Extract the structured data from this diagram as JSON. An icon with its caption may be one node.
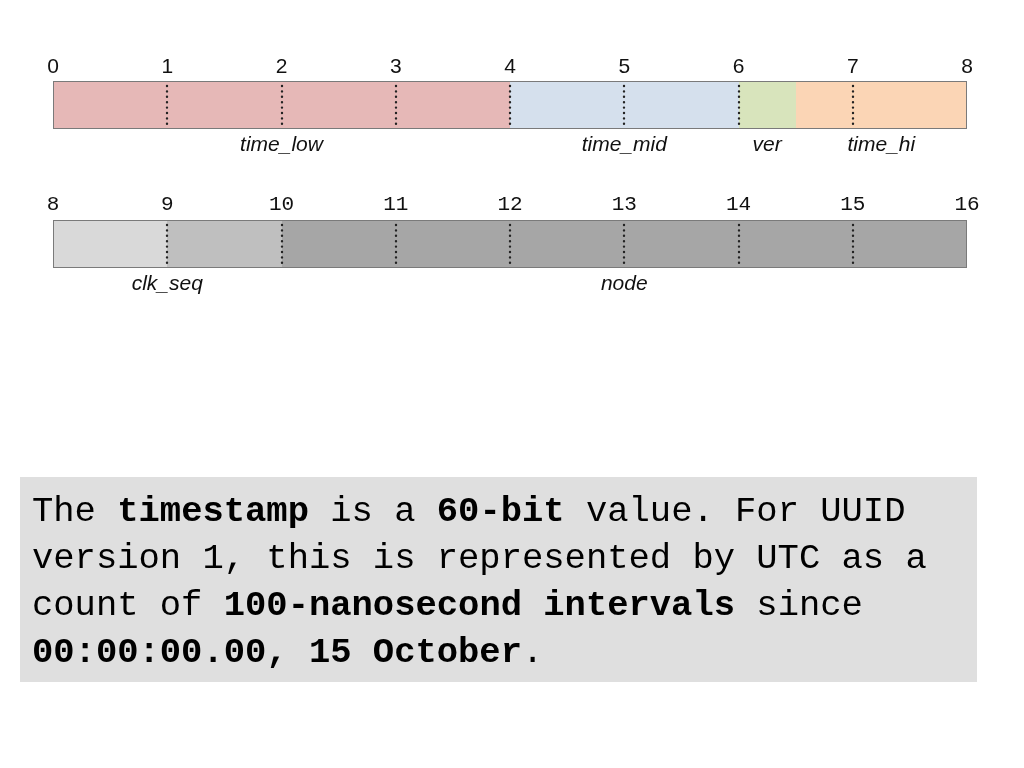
{
  "diagram": {
    "nodes": [
      {
        "text": [
          "time_low"
        ]
      },
      {
        "text": [
          "time_mid"
        ]
      },
      {
        "text": [
          "ver"
        ]
      },
      {
        "text": [
          "time_hi"
        ]
      },
      {
        "text": [
          "clk_seq"
        ]
      },
      {
        "text": [],
        "shape": "bar",
        "in": 4
      },
      {
        "text": [],
        "shape": "bar",
        "in": 4
      },
      {
        "text": [
          "node"
        ]
      }
    ],
    "labels": [
      "0",
      "1",
      "2",
      "3",
      "4",
      "5",
      "6",
      "7",
      "8",
      "8",
      "9",
      "10",
      "11",
      "12",
      "13",
      "14",
      "15",
      "16",
      "The **timestamp** is a **60-bit** value. For UUID version 1, this is represented by UTC as a count of **100-nanosecond intervals** since **00:00:00.00, 15 October**."
    ]
  }
}
